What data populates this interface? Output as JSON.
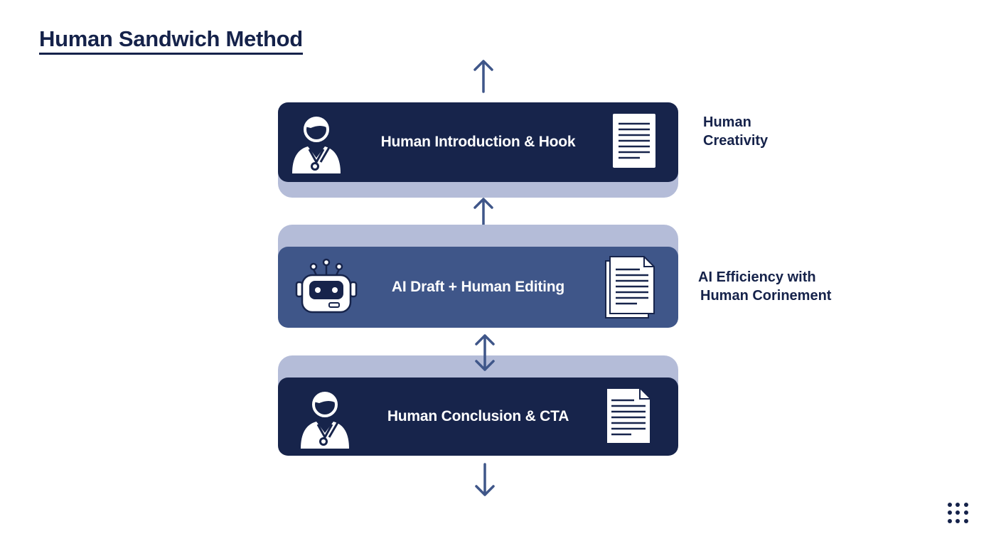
{
  "title": "Human Sandwich Method",
  "layers": [
    {
      "label": "Human Introduction & Hook",
      "left_icon": "person-icon",
      "right_icon": "document-icon",
      "color": "#17244b"
    },
    {
      "label": "AI Draft + Human Editing",
      "left_icon": "robot-icon",
      "right_icon": "documents-stack-icon",
      "color": "#3f5689"
    },
    {
      "label": "Human Conclusion & CTA",
      "left_icon": "person-icon",
      "right_icon": "document-icon",
      "color": "#17244b"
    }
  ],
  "side_labels": [
    {
      "line1": "Human",
      "line2": "Creativity"
    },
    {
      "line1": "AI Efficiency with",
      "line2": "Human Corinement"
    }
  ],
  "colors": {
    "dark": "#17244b",
    "mid": "#3f5689",
    "shelf": "#b4bcd8",
    "arrow": "#3f5689"
  },
  "corner_icon": "grid-dots-icon"
}
